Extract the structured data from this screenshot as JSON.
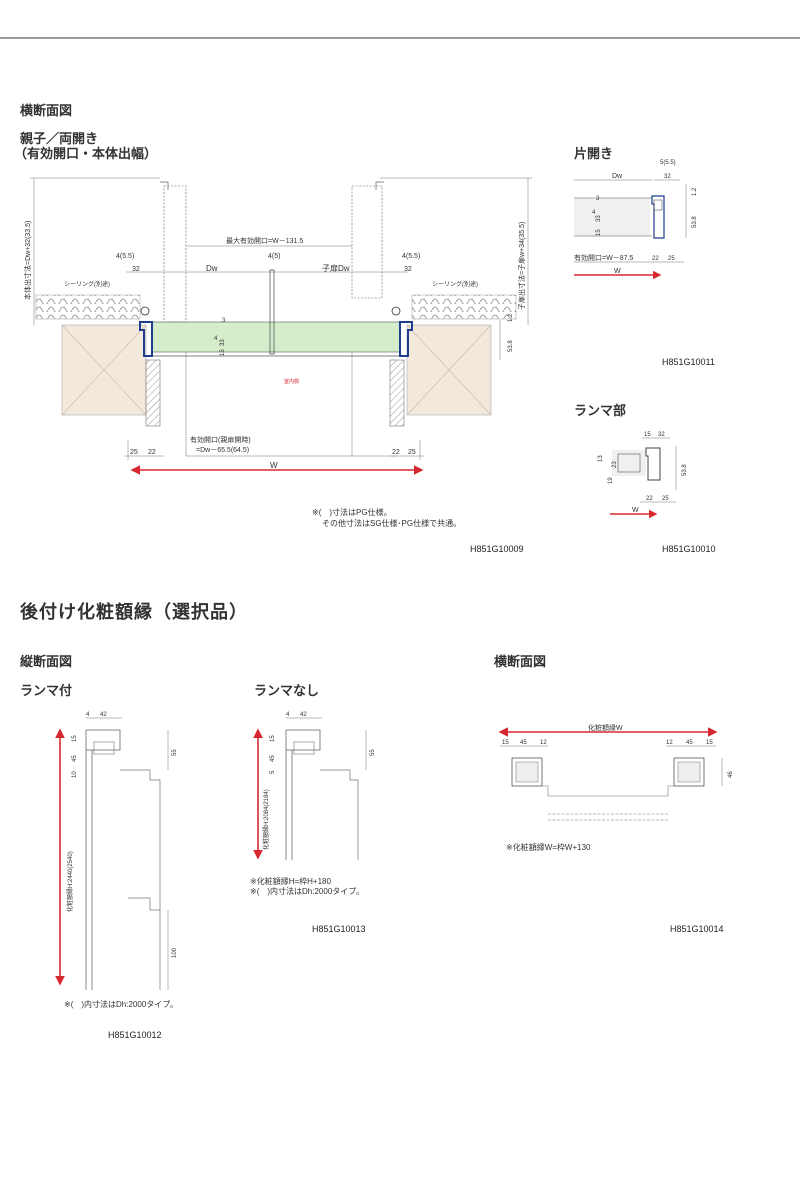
{
  "sections": {
    "yoko_title": "横断面図",
    "oyako_title": "親子／両開き",
    "oyako_sub": "（有効開口・本体出幅）",
    "katabiraki_title": "片開き",
    "ranma_title": "ランマ部",
    "atozuke_title": "後付け化粧額縁（選択品）",
    "tate_title": "縦断面図",
    "yoko2_title": "横断面図",
    "ranma_tsuki": "ランマ付",
    "ranma_nashi": "ランマなし"
  },
  "notes": {
    "pg_note_1": "※(　)寸法はPG仕様。",
    "pg_note_2": "その他寸法はSG仕様･PG仕様で共通。",
    "dh_note_1": "※(　)内寸法はDh:2000タイプ。",
    "kesho_h": "※化粧額縁H=枠H+180",
    "dh_note_2": "※(　)内寸法はDh:2000タイプ。",
    "kesho_w": "※化粧額縁W=枠W+130"
  },
  "codes": {
    "c09": "H851G10009",
    "c10": "H851G10010",
    "c11": "H851G10011",
    "c12": "H851G10012",
    "c13": "H851G10013",
    "c14": "H851G10014"
  },
  "dims": {
    "hontai_left": "本体出寸法=Dw+32(33.5)",
    "hontai_right": "子扉出寸法=子扉w+34(35.5)",
    "max_open": "最大有効開口=W－131.5",
    "d4_55": "4(5.5)",
    "d4_5": "4(5)",
    "d32": "32",
    "dw": "Dw",
    "kotobira_dw": "子扉Dw",
    "sealing": "シーリング(別途)",
    "d3": "3",
    "d4": "4",
    "d15": "15",
    "d33": "33",
    "d1_2": "1.2",
    "d53_8": "53.8",
    "shitsunai": "室内側",
    "yuko_kaiko_label": "有効開口(親扉開時)",
    "yuko_kaiko_formula": "=Dw－65.5(64.5)",
    "d25": "25",
    "d22": "22",
    "w": "W",
    "kata_d5_55": "5(5.5)",
    "kata_yuko": "有効開口=W－87.5",
    "ranma_15": "15",
    "ranma_32": "32",
    "ranma_13": "13",
    "ranma_23": "23",
    "ranma_19": "19",
    "d42": "42",
    "d45": "45",
    "d10": "10",
    "d55": "55",
    "d100": "100",
    "d5": "5",
    "kesho_h_tsuki": "化粧額縁H:2440(2540)",
    "kesho_h_nashi": "化粧額縁H:2084(2184)",
    "kesho_w_label": "化粧額縁W",
    "d12": "12",
    "d46": "46"
  },
  "colors": {
    "accent_red": "#d7282f",
    "glass_green": "#d6edcc",
    "frame_blue": "#1f3c8f",
    "wall_tan": "#f3e8dc",
    "hatch_gray": "#bdb6b0",
    "line_gray": "#777777"
  }
}
